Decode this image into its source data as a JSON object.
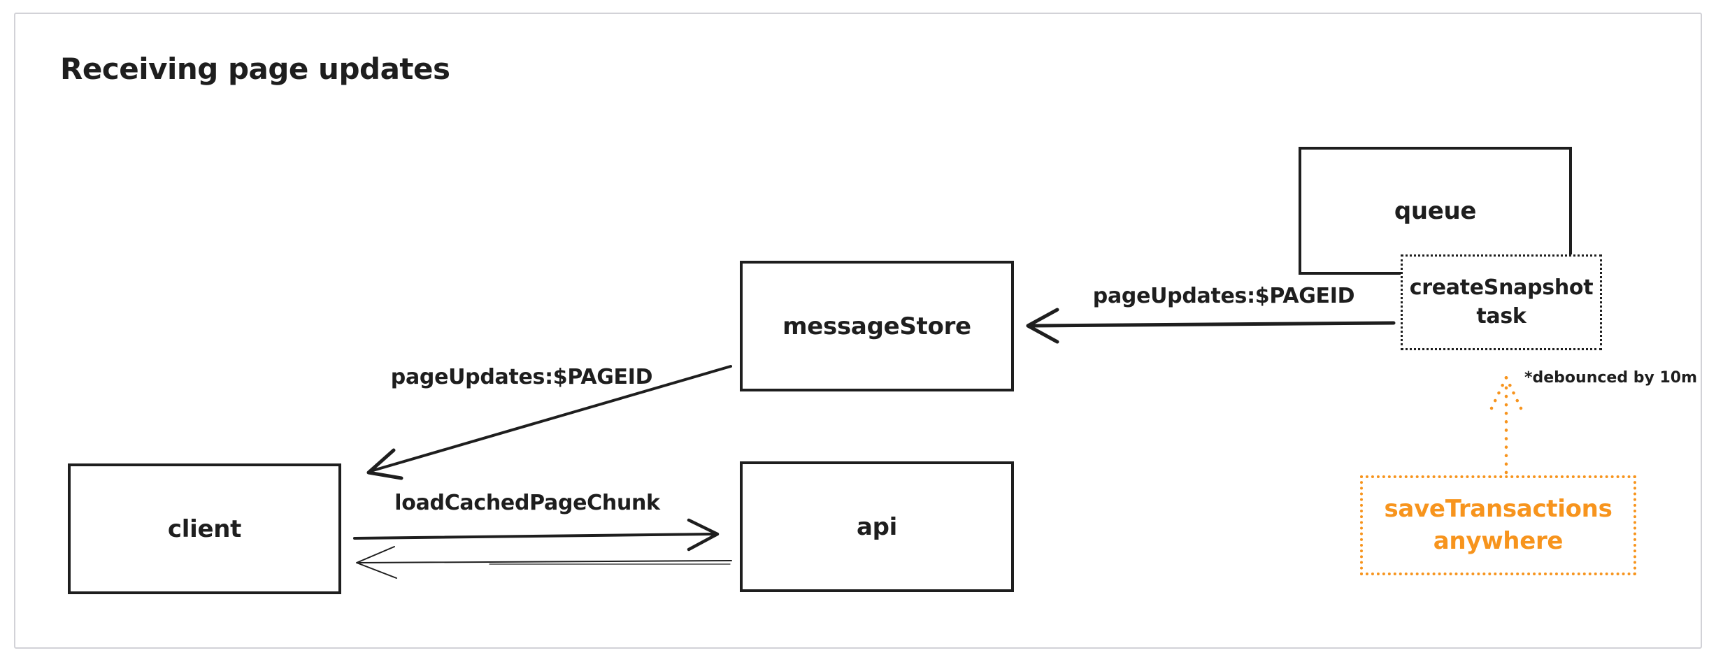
{
  "diagram": {
    "title": "Receiving page updates",
    "boxes": {
      "queue": {
        "label": "queue"
      },
      "message_store": {
        "label": "messageStore"
      },
      "client": {
        "label": "client"
      },
      "api": {
        "label": "api"
      },
      "create_snapshot_task": {
        "line1": "createSnapshot",
        "line2": "task"
      },
      "save_transactions": {
        "line1": "saveTransactions",
        "line2": "anywhere"
      }
    },
    "edge_labels": {
      "message_store_to_client": "pageUpdates:$PAGEID",
      "create_snapshot_to_message_store": "pageUpdates:$PAGEID",
      "client_to_api": "loadCachedPageChunk"
    },
    "annotations": {
      "debounce_note": "*debounced by 10m"
    },
    "colors": {
      "stroke": "#1e1e1e",
      "accent_orange": "#f7941d",
      "frame_border": "#d2d2d7",
      "background": "#ffffff"
    }
  }
}
